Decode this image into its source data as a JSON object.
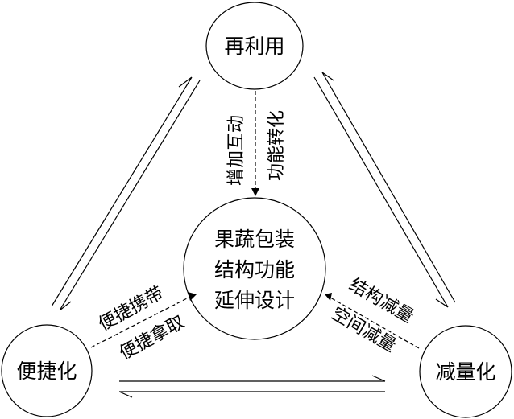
{
  "nodes": {
    "top": "再利用",
    "left": "便捷化",
    "right": "减量化",
    "center": [
      "果蔬包装",
      "结构功能",
      "延伸设计"
    ]
  },
  "labels": {
    "top_left": "增加互动",
    "top_right": "功能转化",
    "left_upper": "便捷携带",
    "left_lower": "便捷拿取",
    "right_upper": "结构减量",
    "right_lower": "空间减量"
  }
}
